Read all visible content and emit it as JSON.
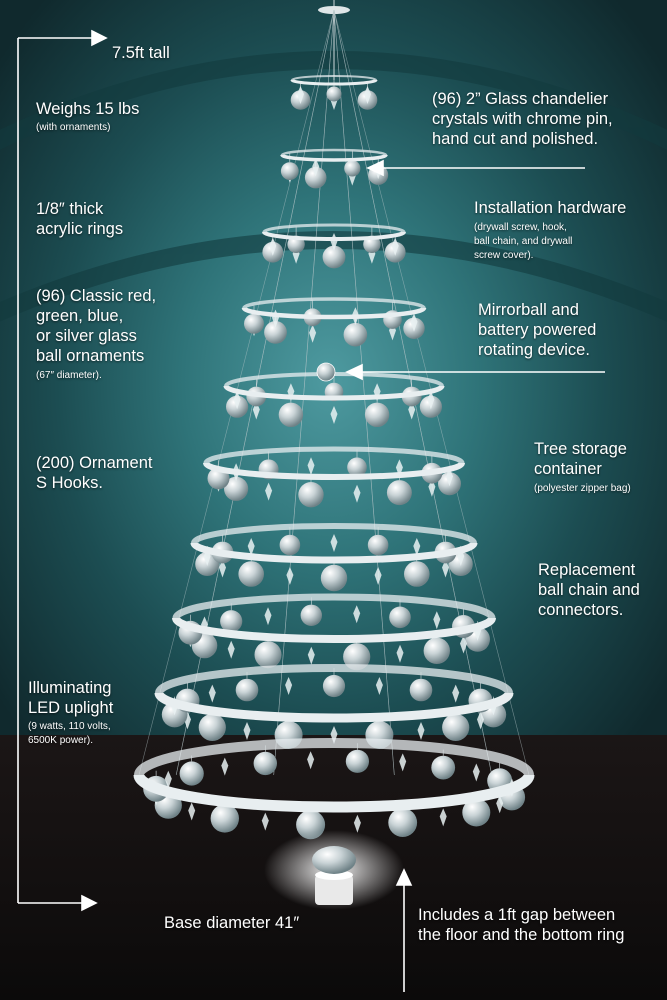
{
  "scene": {
    "subject": "tree-of-stacked-rings",
    "colors": {
      "backdrop": "#2f7479",
      "floor": "#120f0f",
      "ring": "#e8eef0",
      "text": "#ffffff"
    }
  },
  "labels": {
    "height": "7.5ft tall",
    "weight": "Weighs 15 lbs",
    "weight_note": "(with ornaments)",
    "acrylic_line1": "1/8″ thick",
    "acrylic_line2": "acrylic rings",
    "ornaments_line1": "(96) Classic red,",
    "ornaments_line2": "green, blue,",
    "ornaments_line3": "or silver glass",
    "ornaments_line4": "ball ornaments",
    "ornaments_note": "(67″ diameter).",
    "hooks_line1": "(200) Ornament",
    "hooks_line2": "S Hooks.",
    "led_line1": "Illuminating",
    "led_line2": "LED uplight",
    "led_note1": "(9 watts, 110 volts,",
    "led_note2": "6500K power).",
    "crystals_line1": "(96) 2” Glass chandelier",
    "crystals_line2": "crystals with chrome pin,",
    "crystals_line3": "hand cut and polished.",
    "hardware_line1": "Installation hardware",
    "hardware_note1": "(drywall screw, hook,",
    "hardware_note2": "ball chain, and drywall",
    "hardware_note3": "screw cover).",
    "mirror_line1": "Mirrorball and",
    "mirror_line2": "battery powered",
    "mirror_line3": "rotating device.",
    "storage_line1": "Tree storage",
    "storage_line2": "container",
    "storage_note": "(polyester zipper bag)",
    "chain_line1": "Replacement",
    "chain_line2": "ball chain and",
    "chain_line3": "connectors.",
    "base": "Base diameter 41″",
    "gap_line1": "Includes a 1ft gap between",
    "gap_line2": "the floor and the bottom ring"
  }
}
